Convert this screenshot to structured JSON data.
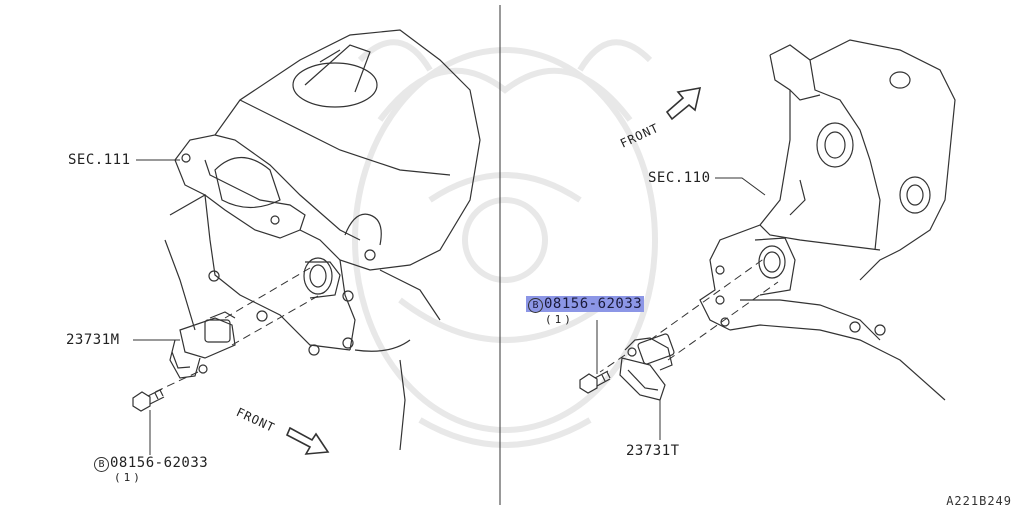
{
  "left": {
    "sec_label": "SEC.111",
    "part_label": "23731M",
    "bolt_marker": "B",
    "bolt_number": "08156-62033",
    "bolt_qty": "(1)",
    "front_label": "FRONT"
  },
  "right": {
    "sec_label": "SEC.110",
    "part_label": "23731T",
    "bolt_marker": "B",
    "bolt_number": "08156-62033",
    "bolt_qty": "(1)",
    "front_label": "FRONT"
  },
  "diagram_code": "A221B249",
  "colors": {
    "line": "#333333",
    "highlight": "#8c96e6",
    "watermark": "#e6e6e6"
  }
}
